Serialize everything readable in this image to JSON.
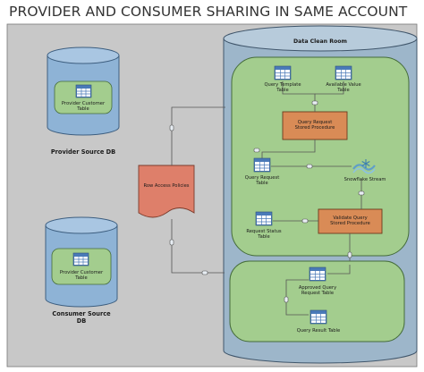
{
  "title": "PROVIDER AND CONSUMER SHARING IN SAME ACCOUNT",
  "provider_db": {
    "label": "Provider Source DB",
    "table_label": [
      "Provider Customer",
      "Table"
    ]
  },
  "consumer_db": {
    "label": [
      "Consumer Source",
      "DB"
    ],
    "table_label": [
      "Provider Customer",
      "Table"
    ]
  },
  "row_access_policies": "Row Access Policies",
  "clean_room": {
    "label": "Data Clean Room",
    "query_template_table": [
      "Query Template",
      "Table"
    ],
    "available_value_table": [
      "Available Value",
      "Table"
    ],
    "query_request_sp": [
      "Query Request",
      "Stored Procedure"
    ],
    "query_request_table": [
      "Query Request",
      "Table"
    ],
    "snowflake_stream": "Snowflake Stream",
    "request_status_table": [
      "Request Status",
      "Table"
    ],
    "validate_query_sp": [
      "Validate Query",
      "Stored Procedure"
    ],
    "approved_query_request_table": [
      "Approved Query",
      "Request Table"
    ],
    "query_result_table": "Query Result Table"
  },
  "colors": {
    "background": "#c8c8c8",
    "db_blue": "#8eb3d6",
    "clean_room_blue": "#9db6ca",
    "green": "#a3cd8e",
    "orange": "#d98b56",
    "salmon": "#de7f6a",
    "table_icon": "#4a7ab8"
  }
}
